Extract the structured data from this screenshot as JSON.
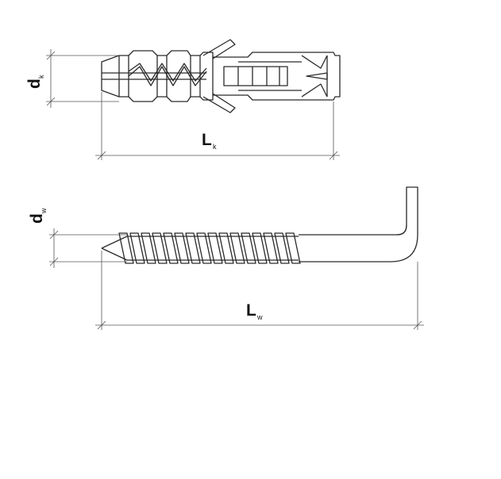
{
  "colors": {
    "line": "#2a2a2a",
    "dimension": "#555555",
    "background": "#ffffff"
  },
  "labels": {
    "dk": {
      "main": "d",
      "sub": "k"
    },
    "lk": {
      "main": "L",
      "sub": "k"
    },
    "dw": {
      "main": "d",
      "sub": "w"
    },
    "lw": {
      "main": "L",
      "sub": "w"
    }
  }
}
